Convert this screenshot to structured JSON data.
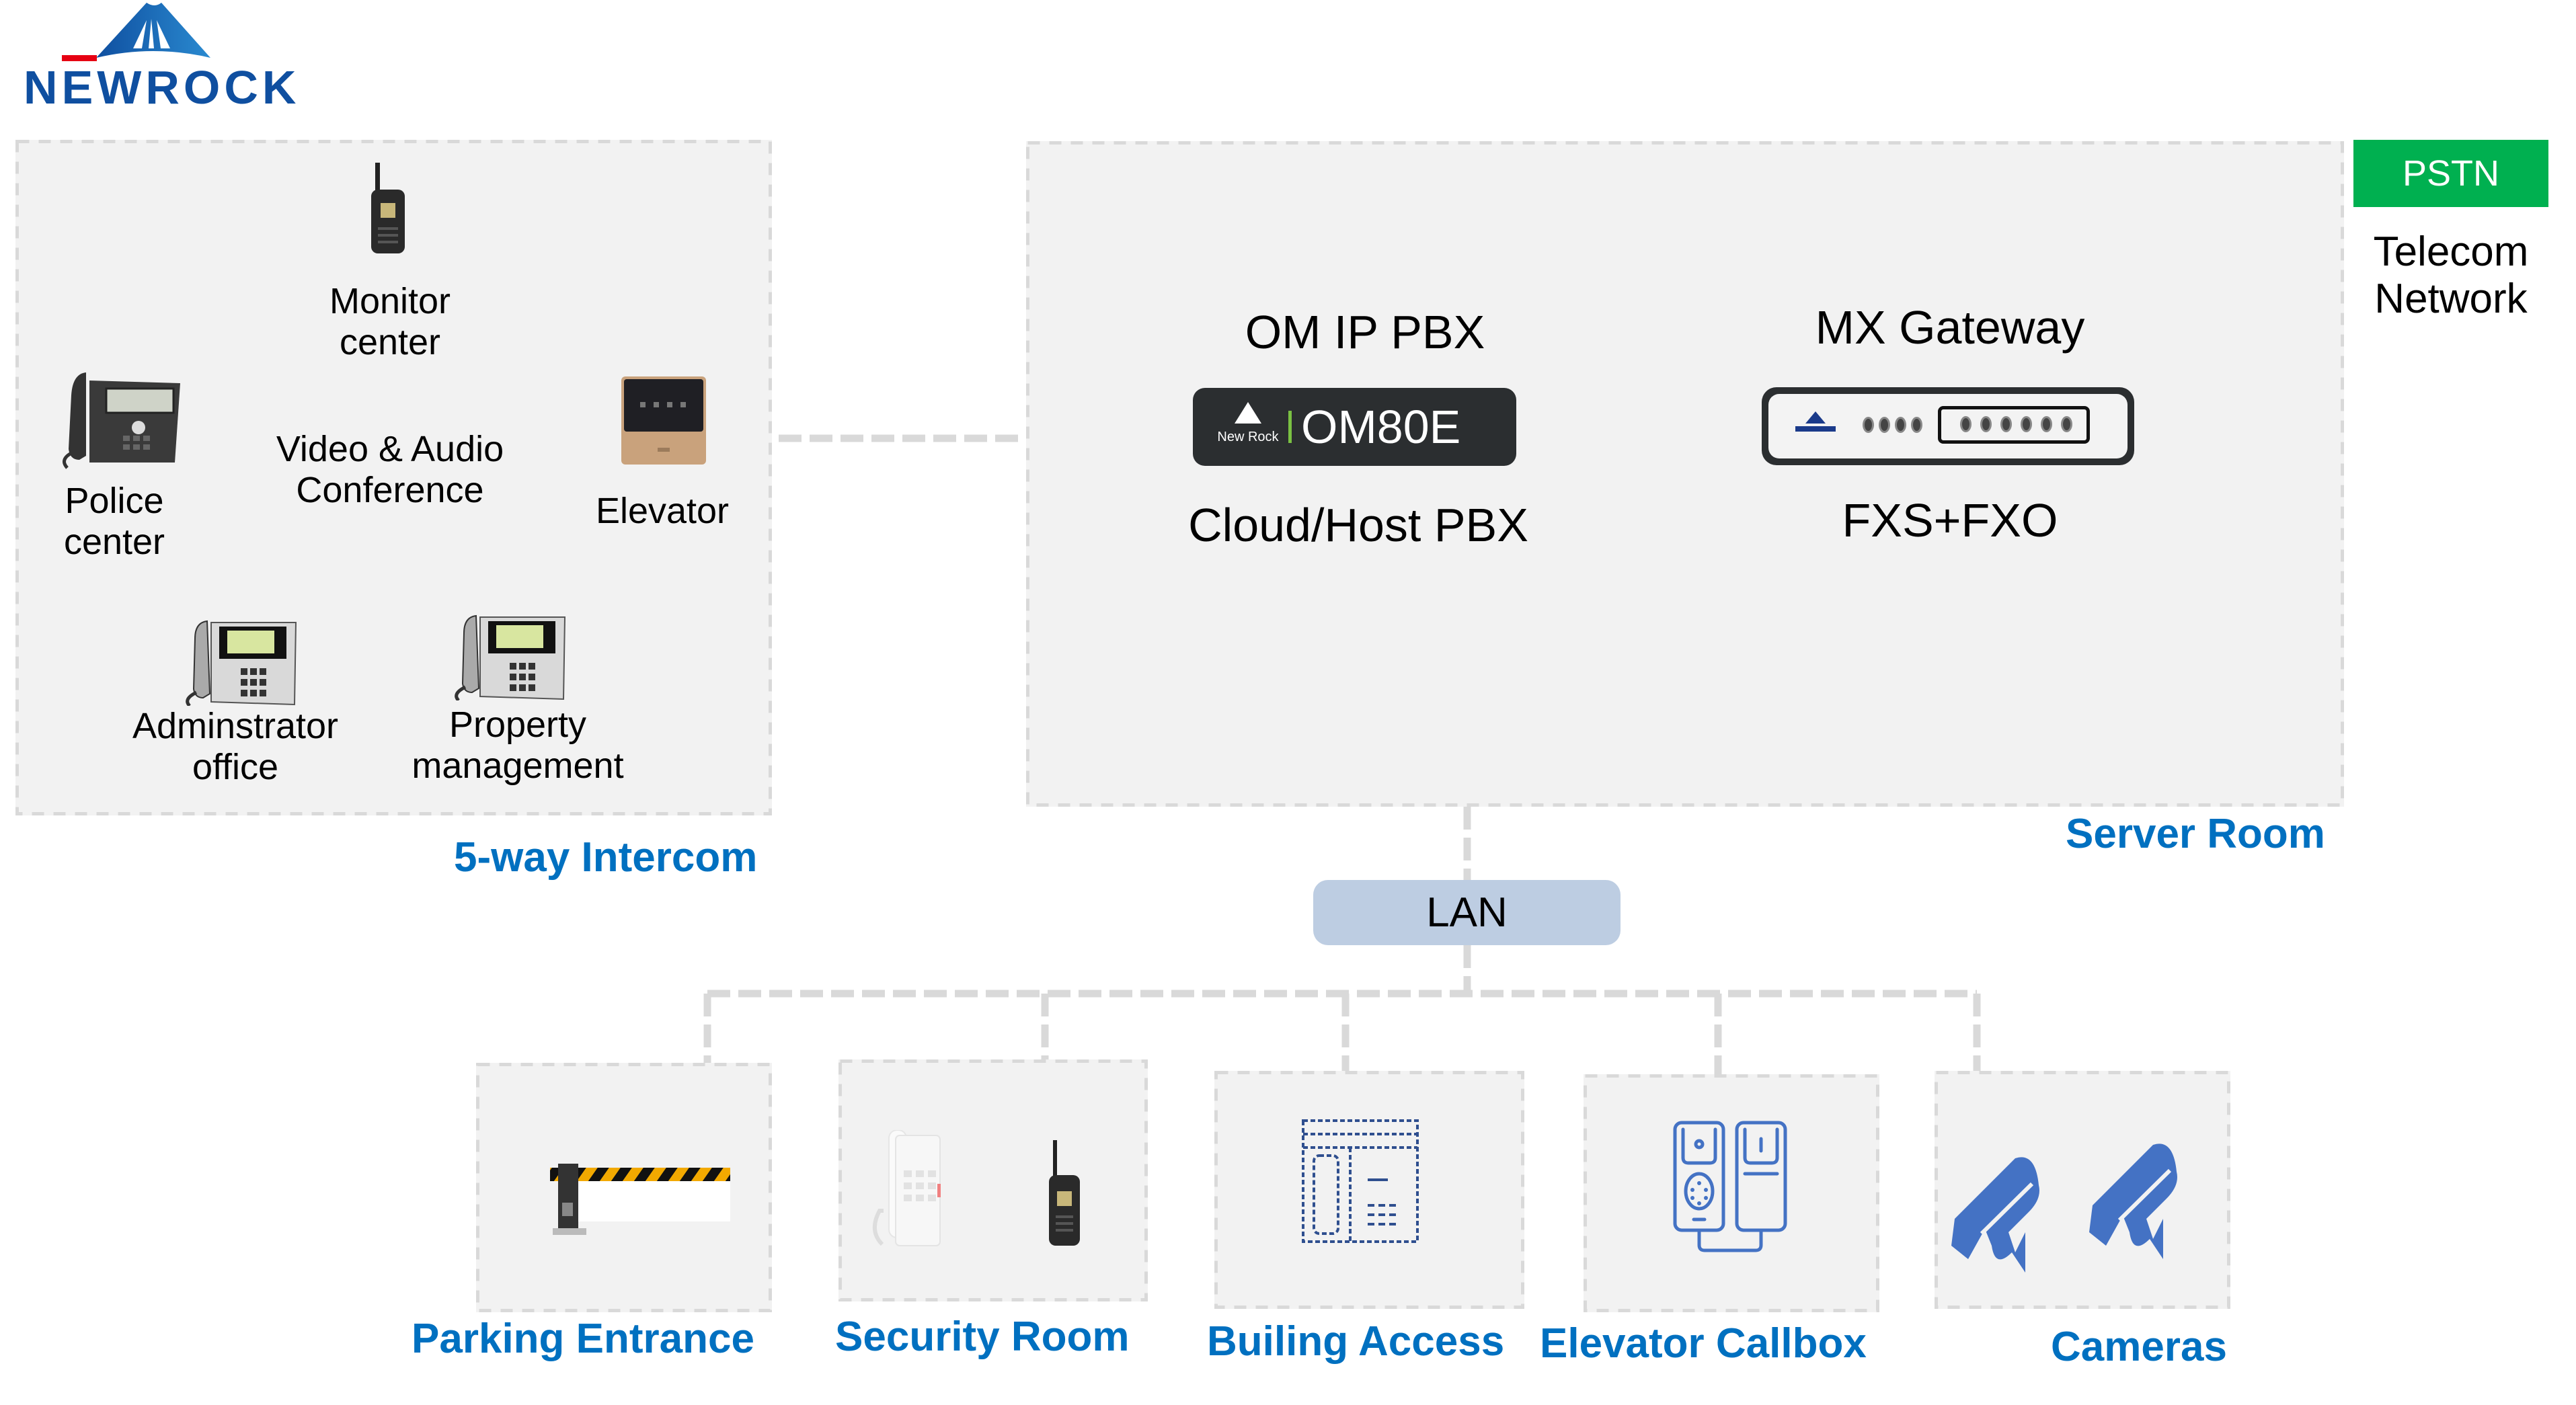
{
  "logo": {
    "brand": "NEWROCK",
    "brand_part1": "N",
    "brand_part2": "E",
    "brand_part3": "WROCK",
    "accent": "#e60012",
    "color": "#0f4fa0"
  },
  "colors": {
    "zone_fill": "#f2f2f2",
    "dash": "#d9d9d9",
    "label_blue": "#0070c0",
    "pstn_green": "#00b050",
    "lan_fill": "#bdcde2",
    "camera_blue": "#4472c4"
  },
  "intercom": {
    "title": "5-way Intercom",
    "items": [
      {
        "icon": "walkie-talkie-icon",
        "line1": "Monitor",
        "line2": "center"
      },
      {
        "icon": "desk-phone-icon",
        "line1": "Police",
        "line2": "center"
      },
      {
        "icon": "",
        "line1": "Video & Audio",
        "line2": "Conference"
      },
      {
        "icon": "elevator-panel-icon",
        "line1": "Elevator",
        "line2": ""
      },
      {
        "icon": "ip-phone-icon",
        "line1": "Adminstrator",
        "line2": "office"
      },
      {
        "icon": "ip-phone-icon",
        "line1": "Property",
        "line2": "management"
      }
    ]
  },
  "server_room": {
    "title": "Server Room",
    "pbx": {
      "title": "OM IP PBX",
      "device_label": "OM80E",
      "device_brand": "New Rock",
      "subtitle": "Cloud/Host PBX"
    },
    "gateway": {
      "title": "MX Gateway",
      "subtitle": "FXS+FXO"
    }
  },
  "pstn": {
    "label": "PSTN",
    "line1": "Telecom",
    "line2": "Network"
  },
  "lan": {
    "label": "LAN"
  },
  "endpoints": [
    {
      "label": "Parking Entrance",
      "icon": "parking-barrier-icon"
    },
    {
      "label": "Security Room",
      "icon": "phone-and-radio-icon"
    },
    {
      "label": "Builing Access",
      "icon": "access-control-icon"
    },
    {
      "label": "Elevator Callbox",
      "icon": "callbox-icon"
    },
    {
      "label": "Cameras",
      "icon": "camera-icon"
    }
  ]
}
